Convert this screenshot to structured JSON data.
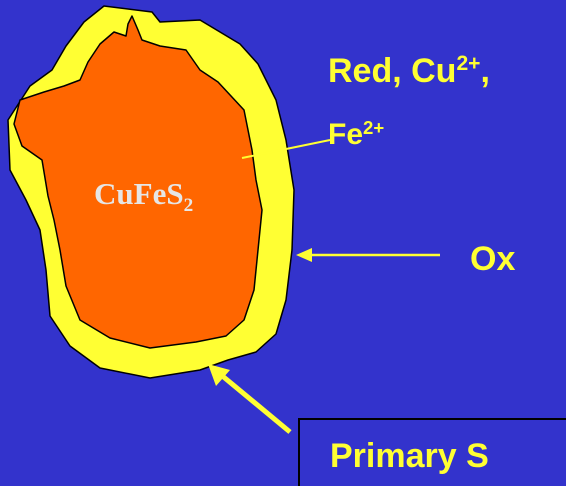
{
  "diagram": {
    "mineral": {
      "base": "CuFeS",
      "subscript": "2"
    },
    "reduction_label": {
      "line1_text": "Red, Cu",
      "line1_superscript": "2+",
      "line1_trailing": ",",
      "line2_text": "Fe",
      "line2_superscript": "2+"
    },
    "oxidation_label": "Ox",
    "primary_label": "Primary S"
  },
  "colors": {
    "background": "#3333cc",
    "particle_core": "#ff6600",
    "oxidation_rim": "#ffff33",
    "label_text": "#ffff33",
    "mineral_text": "#e6e6e6",
    "outline": "#000000"
  }
}
